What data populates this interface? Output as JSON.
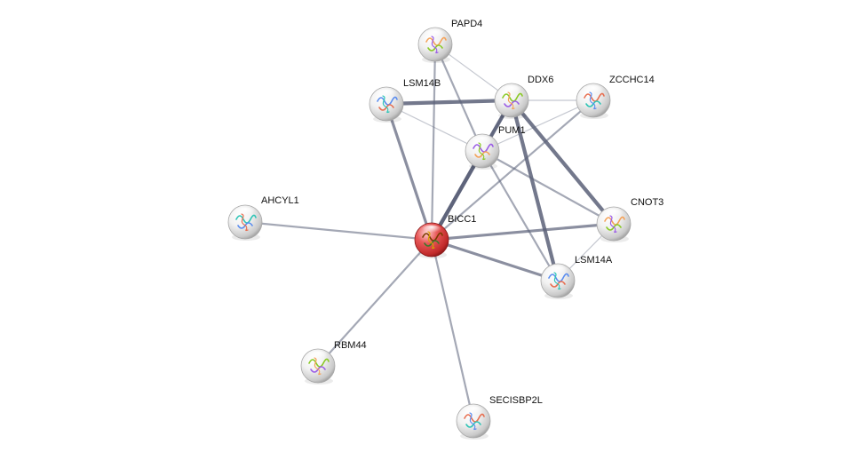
{
  "network": {
    "nodes": [
      {
        "id": "BICC1",
        "label": "BICC1",
        "query": true,
        "color": "#e64545",
        "structure": "protein-structure-icon"
      },
      {
        "id": "PAPD4",
        "label": "PAPD4",
        "query": false,
        "color": "#e8e8e8",
        "structure": "protein-structure-icon"
      },
      {
        "id": "LSM14B",
        "label": "LSM14B",
        "query": false,
        "color": "#e8e8e8",
        "structure": "protein-structure-icon"
      },
      {
        "id": "DDX6",
        "label": "DDX6",
        "query": false,
        "color": "#e8e8e8",
        "structure": "protein-structure-icon"
      },
      {
        "id": "ZCCHC14",
        "label": "ZCCHC14",
        "query": false,
        "color": "#e8e8e8",
        "structure": "protein-structure-icon"
      },
      {
        "id": "PUM1",
        "label": "PUM1",
        "query": false,
        "color": "#e8e8e8",
        "structure": "protein-structure-icon"
      },
      {
        "id": "AHCYL1",
        "label": "AHCYL1",
        "query": false,
        "color": "#e8e8e8",
        "structure": "protein-structure-icon"
      },
      {
        "id": "CNOT3",
        "label": "CNOT3",
        "query": false,
        "color": "#e8e8e8",
        "structure": "protein-structure-icon"
      },
      {
        "id": "LSM14A",
        "label": "LSM14A",
        "query": false,
        "color": "#e8e8e8",
        "structure": "protein-structure-icon"
      },
      {
        "id": "RBM44",
        "label": "RBM44",
        "query": false,
        "color": "#e8e8e8",
        "structure": "protein-structure-icon"
      },
      {
        "id": "SECISBP2L",
        "label": "SECISBP2L",
        "query": false,
        "color": "#e8e8e8",
        "structure": "protein-structure-icon"
      }
    ],
    "edges": [
      {
        "source": "BICC1",
        "target": "PAPD4",
        "strength": 2
      },
      {
        "source": "BICC1",
        "target": "LSM14B",
        "strength": 3
      },
      {
        "source": "BICC1",
        "target": "DDX6",
        "strength": 4
      },
      {
        "source": "BICC1",
        "target": "ZCCHC14",
        "strength": 2
      },
      {
        "source": "BICC1",
        "target": "PUM1",
        "strength": 4
      },
      {
        "source": "BICC1",
        "target": "AHCYL1",
        "strength": 2
      },
      {
        "source": "BICC1",
        "target": "CNOT3",
        "strength": 3
      },
      {
        "source": "BICC1",
        "target": "LSM14A",
        "strength": 3
      },
      {
        "source": "BICC1",
        "target": "RBM44",
        "strength": 2
      },
      {
        "source": "BICC1",
        "target": "SECISBP2L",
        "strength": 2
      },
      {
        "source": "PAPD4",
        "target": "DDX6",
        "strength": 1
      },
      {
        "source": "PAPD4",
        "target": "PUM1",
        "strength": 2
      },
      {
        "source": "LSM14B",
        "target": "DDX6",
        "strength": 4
      },
      {
        "source": "LSM14B",
        "target": "PUM1",
        "strength": 1
      },
      {
        "source": "DDX6",
        "target": "ZCCHC14",
        "strength": 1
      },
      {
        "source": "DDX6",
        "target": "PUM1",
        "strength": 3
      },
      {
        "source": "DDX6",
        "target": "CNOT3",
        "strength": 4
      },
      {
        "source": "DDX6",
        "target": "LSM14A",
        "strength": 4
      },
      {
        "source": "PUM1",
        "target": "ZCCHC14",
        "strength": 1
      },
      {
        "source": "PUM1",
        "target": "CNOT3",
        "strength": 2
      },
      {
        "source": "PUM1",
        "target": "LSM14A",
        "strength": 2
      },
      {
        "source": "CNOT3",
        "target": "LSM14A",
        "strength": 1
      }
    ],
    "edge_color": "#5a6078"
  }
}
